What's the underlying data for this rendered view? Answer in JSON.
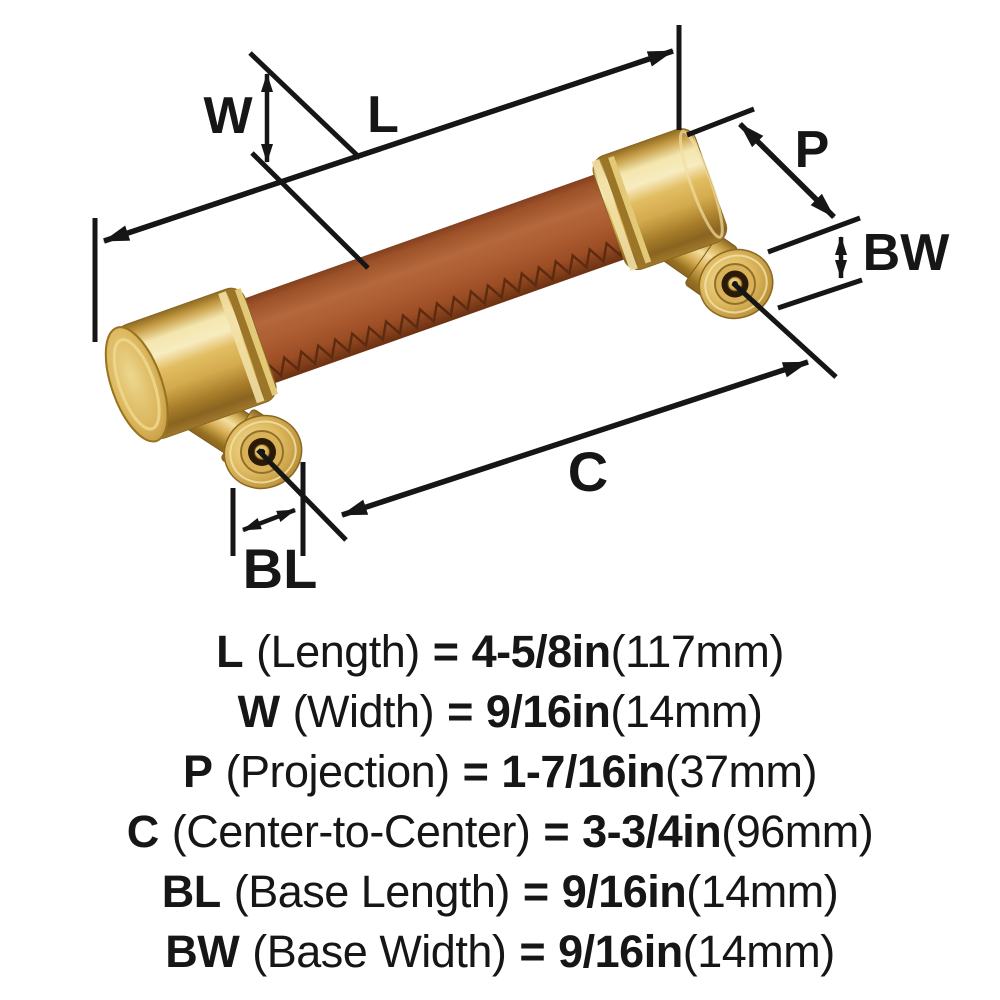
{
  "page": {
    "background": "#ffffff"
  },
  "diagram": {
    "dim_labels": {
      "w": "W",
      "l": "L",
      "p": "P",
      "bw": "BW",
      "c": "C",
      "bl": "BL"
    },
    "colors": {
      "line": "#161616",
      "brass_highlight": "#f4e6ae",
      "brass_mid": "#d4aa4e",
      "brass_shadow": "#8a6420",
      "leather_mid": "#b4683c",
      "leather_shadow": "#6b3112",
      "stitch": "#5c2b10"
    }
  },
  "specs": {
    "rows": [
      {
        "key": "L",
        "name": "(Length)",
        "eq": "=",
        "value": "4-5/8in",
        "metric": "(117mm)"
      },
      {
        "key": "W",
        "name": "(Width)",
        "eq": "=",
        "value": "9/16in",
        "metric": "(14mm)"
      },
      {
        "key": "P",
        "name": "(Projection)",
        "eq": "=",
        "value": "1-7/16in",
        "metric": "(37mm)"
      },
      {
        "key": "C",
        "name": "(Center-to-Center)",
        "eq": "=",
        "value": "3-3/4in",
        "metric": "(96mm)"
      },
      {
        "key": "BL",
        "name": "(Base Length)",
        "eq": "=",
        "value": "9/16in",
        "metric": "(14mm)"
      },
      {
        "key": "BW",
        "name": "(Base Width)",
        "eq": "=",
        "value": "9/16in",
        "metric": "(14mm)"
      }
    ]
  }
}
